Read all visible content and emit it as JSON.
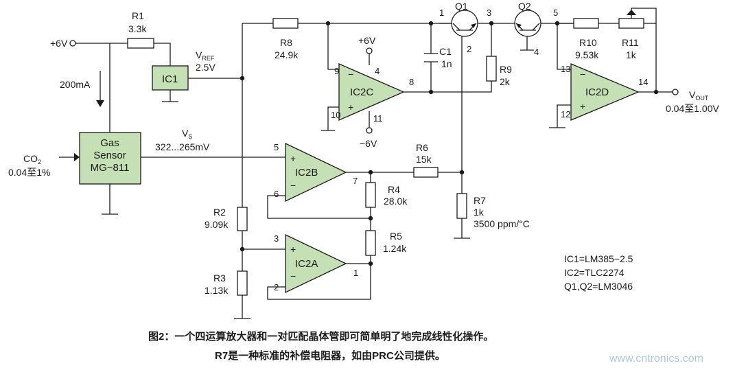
{
  "labels": {
    "supply": "+6V",
    "r1": "R1",
    "r1v": "3.3k",
    "ic1": "IC1",
    "vref": "V",
    "vref_sub": "REF",
    "vref_val": "2.5V",
    "current": "200mA",
    "sensor_l1": "Gas",
    "sensor_l2": "Sensor",
    "sensor_l3": "MG−811",
    "co2": "CO",
    "co2_sub": "2",
    "co2_range": "0.04至1%",
    "vs": "V",
    "vs_sub": "S",
    "vs_val": "322...265mV",
    "r8": "R8",
    "r8v": "24.9k",
    "pos6v": "+6V",
    "neg6v": "−6V",
    "ic2c": "IC2C",
    "ic2b": "IC2B",
    "ic2a": "IC2A",
    "ic2d": "IC2D",
    "c1": "C1",
    "c1v": "1n",
    "q1": "Q1",
    "q2": "Q2",
    "r9": "R9",
    "r9v": "2k",
    "r10": "R10",
    "r10v": "9.53k",
    "r11": "R11",
    "r11v": "1k",
    "vout": "V",
    "vout_sub": "OUT",
    "vout_range": "0.04至1.00V",
    "r6": "R6",
    "r6v": "15k",
    "r4": "R4",
    "r4v": "28.0k",
    "r5": "R5",
    "r5v": "1.24k",
    "r7": "R7",
    "r7v": "1k",
    "r7t": "3500 ppm/°C",
    "r2": "R2",
    "r2v": "9.09k",
    "r3": "R3",
    "r3v": "1.13k",
    "pins": {
      "p1": "1",
      "p2": "2",
      "p3": "3",
      "p4": "4",
      "p5": "5",
      "ic2c_in": "9",
      "ic2c_plus": "10",
      "ic2c_v": "4",
      "ic2c_g": "11",
      "ic2c_out": "8",
      "ic2b_plus": "5",
      "ic2b_minus": "6",
      "ic2b_out": "7",
      "ic2a_plus": "3",
      "ic2a_minus": "2",
      "ic2a_out": "1",
      "ic2d_minus": "13",
      "ic2d_plus": "12",
      "ic2d_out": "14"
    },
    "parts_1": "IC1=LM385−2.5",
    "parts_2": "IC2=TLC2274",
    "parts_3": "Q1,Q2=LM3046"
  },
  "caption": {
    "line1": "图2：一个四运算放大器和一对匹配晶体管即可简单明了地完成线性化操作。",
    "line2": "R7是一种标准的补偿电阻器，如由PRC公司提供。"
  },
  "watermark": "www.cntronics.com",
  "colors": {
    "component_fill": "#c5e0b4",
    "line": "#1a1a1a",
    "watermark": "#a9c9e4"
  }
}
